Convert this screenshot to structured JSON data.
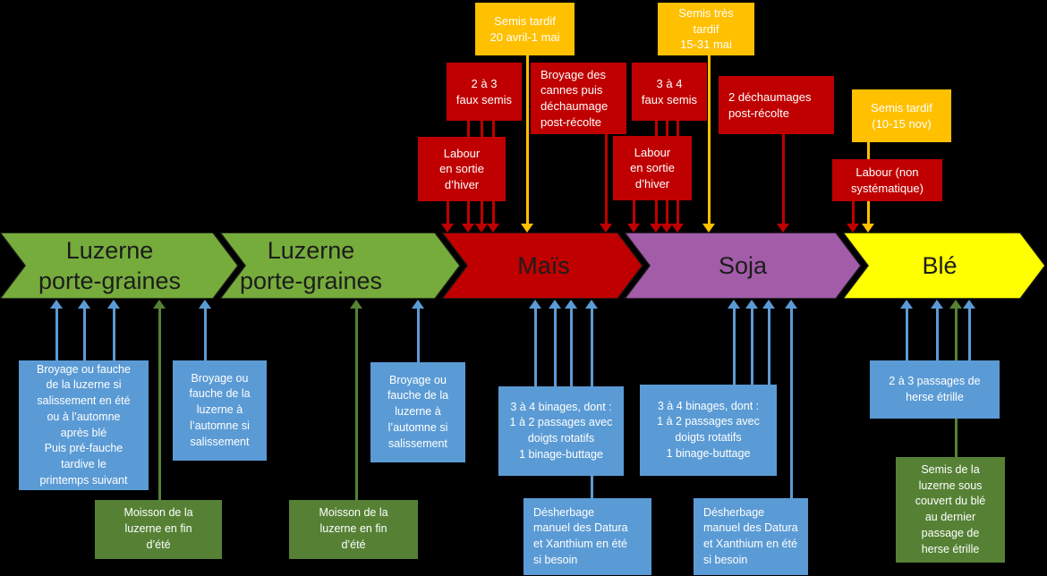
{
  "colors": {
    "background": "#000000",
    "chevron_luzerne_green": "#76AC3B",
    "chevron_mais_red": "#C00000",
    "chevron_soja_purple": "#A25CA8",
    "chevron_ble_yellow": "#FFFF00",
    "box_orange": "#FFC000",
    "box_red": "#C00000",
    "box_blue": "#5B9BD5",
    "box_green": "#568135",
    "chevron_text": "#1c1c1c"
  },
  "chevrons": [
    {
      "label": "Luzerne\nporte-graines"
    },
    {
      "label": "Luzerne\nporte-graines"
    },
    {
      "label": "Maïs"
    },
    {
      "label": "Soja"
    },
    {
      "label": "Blé"
    }
  ],
  "top_boxes": [
    {
      "text": "Semis tardif\n20 avril-1 mai"
    },
    {
      "text": "2 à 3\nfaux semis"
    },
    {
      "text": "Broyage des\ncannes puis\ndéchaumage\npost-récolte"
    },
    {
      "text": "3 à 4\nfaux semis"
    },
    {
      "text": "Semis très\ntardif\n15-31 mai"
    },
    {
      "text": "2 déchaumages\npost-récolte"
    },
    {
      "text": "Semis tardif\n(10-15 nov)"
    },
    {
      "text": "Labour\nen sortie\nd’hiver"
    },
    {
      "text": "Labour\nen sortie\nd’hiver"
    },
    {
      "text": "Labour (non\nsystématique)"
    }
  ],
  "bottom_boxes": [
    {
      "text": "Broyage ou fauche\nde la luzerne si\nsalissement en été\nou à l’automne\naprès blé\nPuis pré-fauche\ntardive le\nprintemps suivant"
    },
    {
      "text": "Broyage ou\nfauche de la\nluzerne à\nl’automne si\nsalissement"
    },
    {
      "text": "Moisson de la\nluzerne en fin\nd’été"
    },
    {
      "text": "Broyage ou\nfauche de la\nluzerne à\nl’automne si\nsalissement"
    },
    {
      "text": "Moisson de la\nluzerne en fin\nd’été"
    },
    {
      "text": "3 à 4 binages, dont :\n1 à 2 passages avec\ndoigts rotatifs\n1 binage-buttage"
    },
    {
      "text": "Désherbage\nmanuel des Datura\net Xanthium en été\nsi besoin"
    },
    {
      "text": "3 à 4 binages, dont :\n1 à 2 passages avec\ndoigts rotatifs\n1 binage-buttage"
    },
    {
      "text": "Désherbage\nmanuel des Datura\net Xanthium en été\nsi besoin"
    },
    {
      "text": "2 à 3 passages de\nherse étrille"
    },
    {
      "text": "Semis de la\nluzerne sous\ncouvert du blé\nau dernier\npassage de\nherse étrille"
    }
  ]
}
